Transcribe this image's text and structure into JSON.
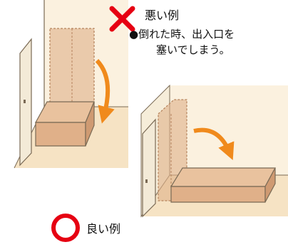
{
  "bad_example": {
    "title": "悪い例",
    "note_line1": "●倒れた時、出入口を",
    "note_line2": "塞いでしまう。"
  },
  "good_example": {
    "title": "良い例"
  },
  "colors": {
    "cross": "#e60012",
    "circle": "#e60012",
    "arrow": "#f08a1c",
    "floor": "#f6e3c4",
    "wall": "#fbf1df",
    "door": "#f3ead7",
    "furniture": "#e0b089",
    "outline": "#7a6a55"
  },
  "icons": {
    "bad": "cross-mark-icon",
    "good": "circle-mark-icon"
  }
}
